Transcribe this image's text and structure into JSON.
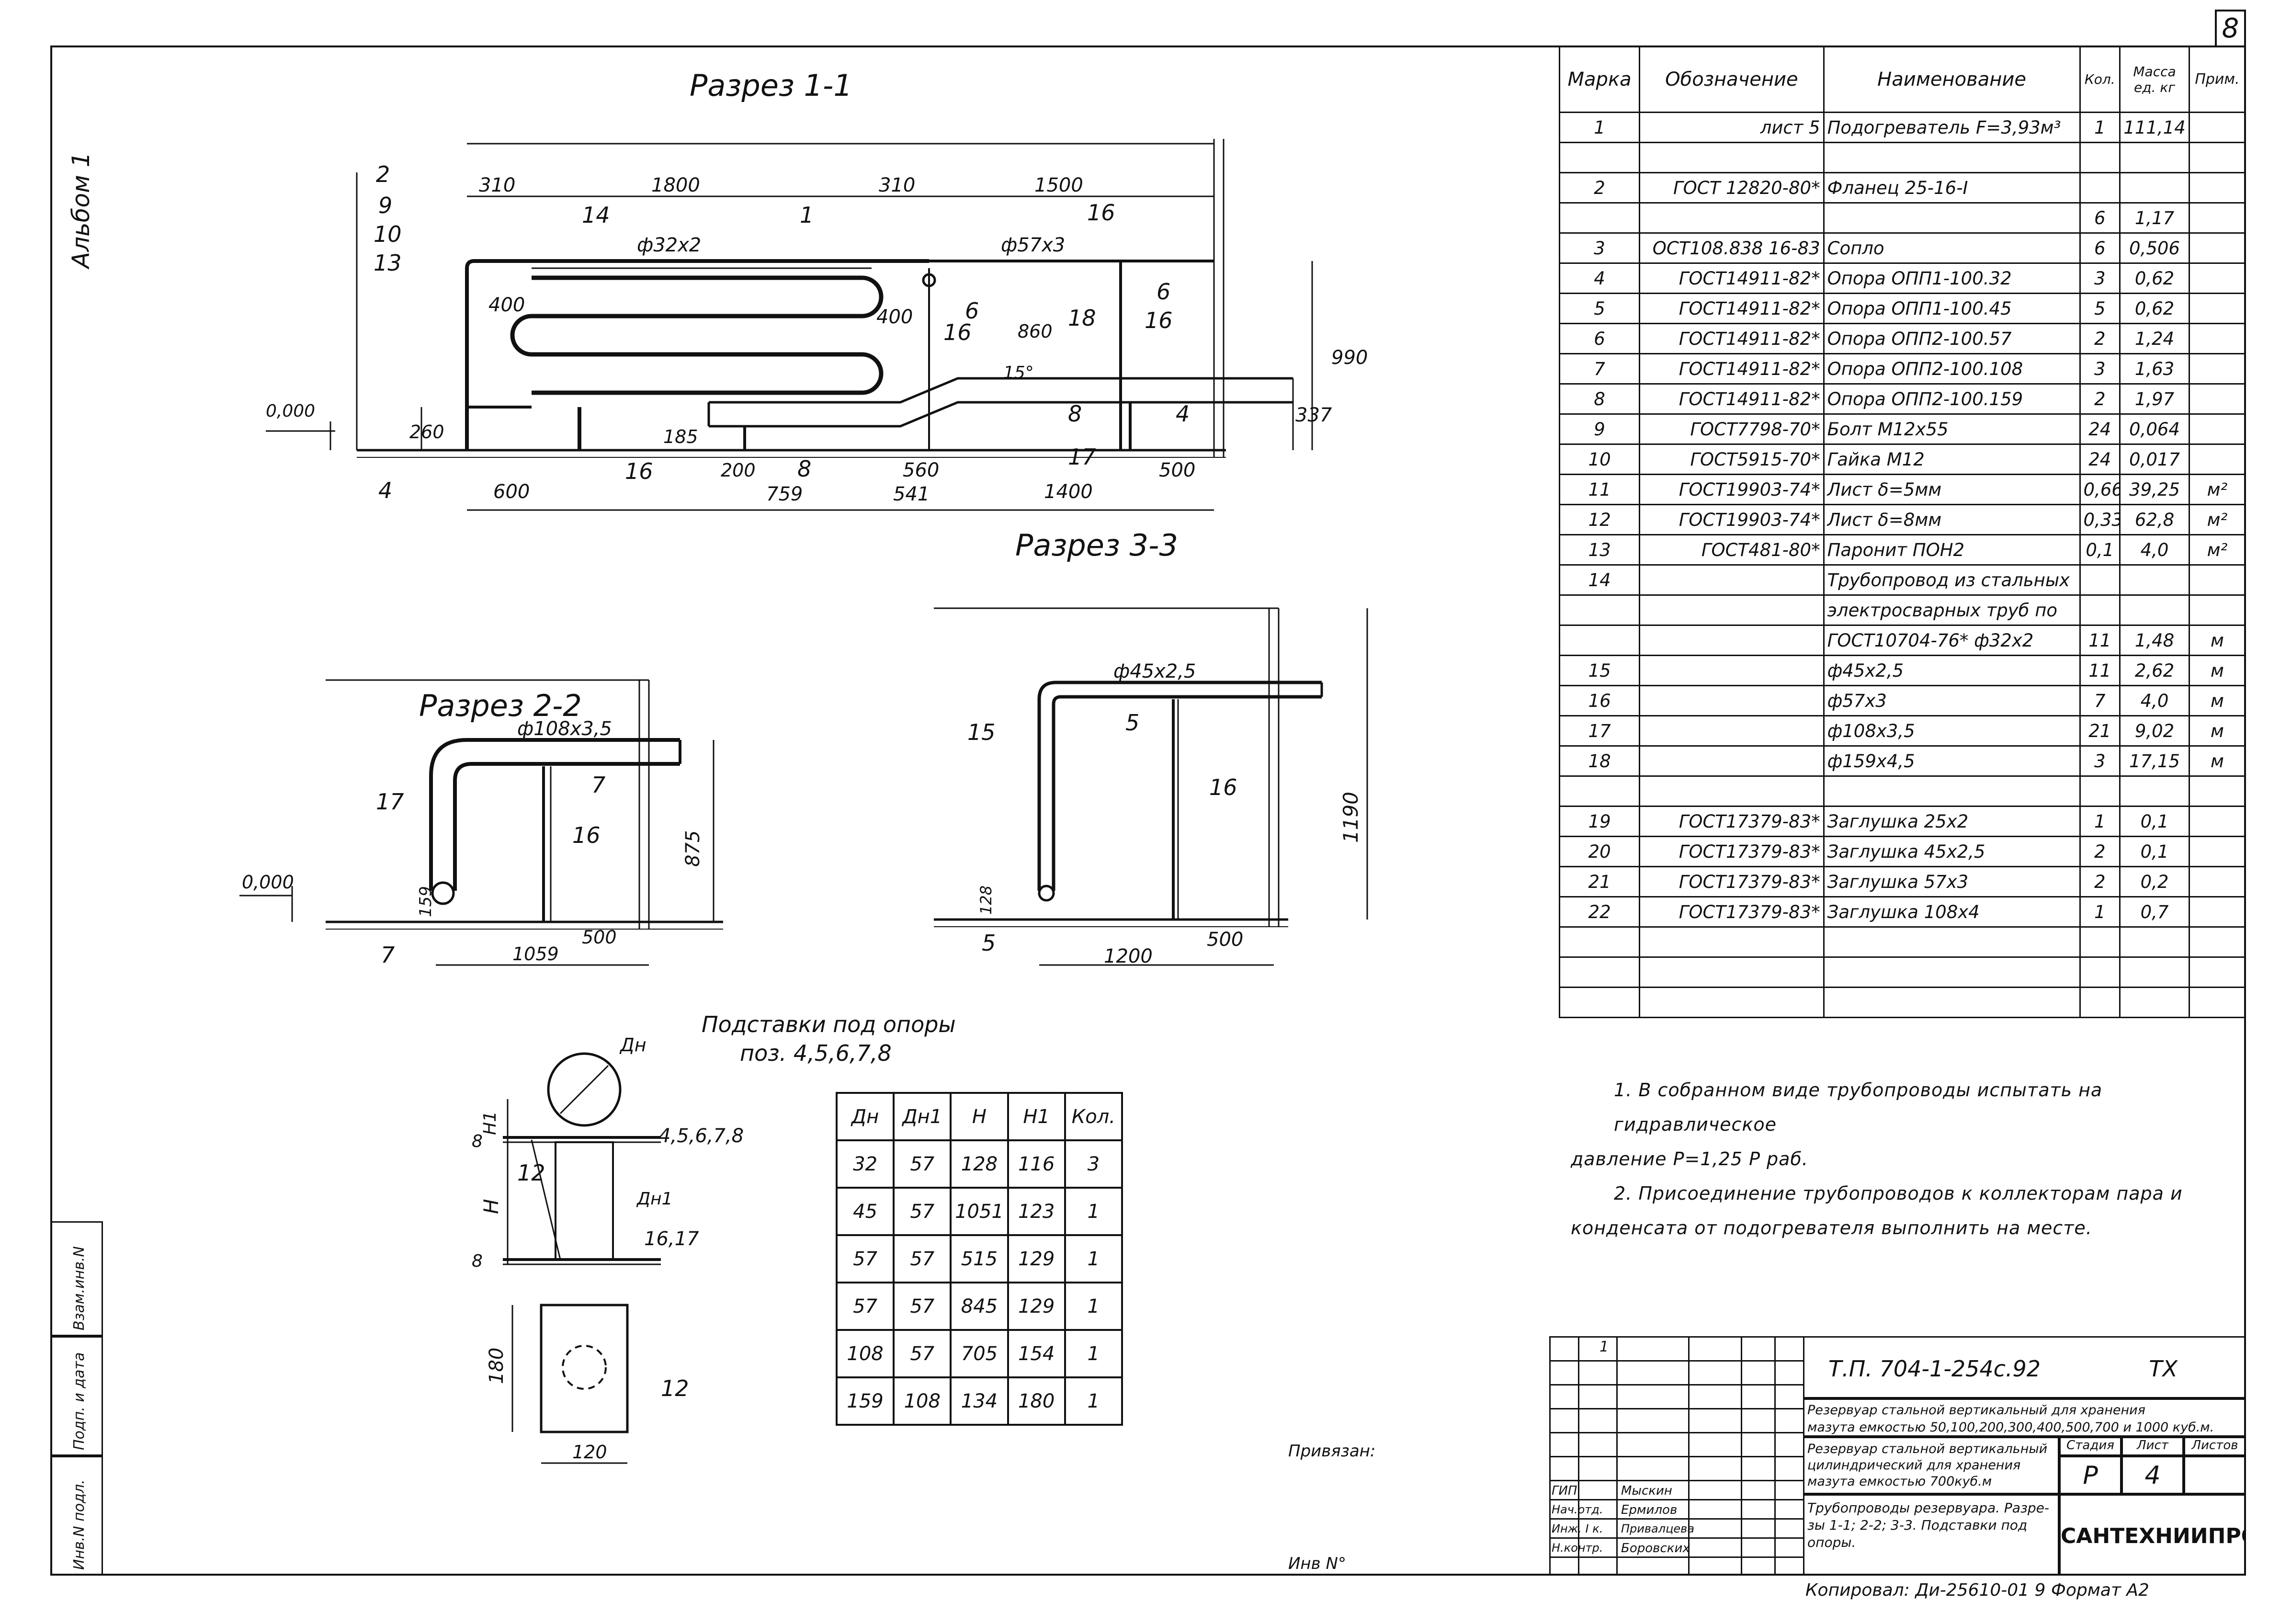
{
  "sheet": {
    "number": "8",
    "album": "Альбом 1"
  },
  "views": {
    "section_1": "Разрез 1-1",
    "section_2": "Разрез 2-2",
    "section_3": "Разрез 3-3",
    "supports_title_1": "Подставки под опоры",
    "supports_title_2": "поз. 4,5,6,7,8"
  },
  "section1_labels": {
    "level": "0,000",
    "pos_2": "2",
    "pos_9": "9",
    "pos_10": "10",
    "pos_13": "13",
    "pos_14": "14",
    "pos_1": "1",
    "pos_16a": "16",
    "pos_6": "6",
    "pos_16b": "16",
    "pos_18": "18",
    "pos_16c": "16",
    "pos_6b": "6",
    "pos_8": "8",
    "pos_17": "17",
    "pos_8b": "8",
    "pos_4": "4",
    "pos_4b": "4",
    "pos_16d": "16",
    "d32": "ф32х2",
    "d57": "ф57х3",
    "dim_310a": "310",
    "dim_1800": "1800",
    "dim_310b": "310",
    "dim_1500": "1500",
    "dim_400a": "400",
    "dim_400b": "400",
    "dim_860": "860",
    "dim_15deg": "15°",
    "dim_990": "990",
    "dim_337": "337",
    "dim_260": "260",
    "dim_185": "185",
    "dim_600": "600",
    "dim_200": "200",
    "dim_759": "759",
    "dim_560": "560",
    "dim_541": "541",
    "dim_1400": "1400",
    "dim_500": "500"
  },
  "section2_labels": {
    "level": "0,000",
    "d108": "ф108х3,5",
    "pos_7": "7",
    "pos_17": "17",
    "pos_16": "16",
    "pos_7b": "7",
    "dim_875": "875",
    "dim_159": "159",
    "dim_1059": "1059",
    "dim_500": "500"
  },
  "section3_labels": {
    "d45": "ф45х2,5",
    "pos_15": "15",
    "pos_5": "5",
    "pos_16": "16",
    "pos_5b": "5",
    "dim_1190": "1190",
    "dim_128": "128",
    "dim_1200": "1200",
    "dim_500": "500"
  },
  "support_detail_labels": {
    "dn": "Дн",
    "h1": "Н1",
    "h": "Н",
    "dn1": "Дн1",
    "pos_4578": "4,5,6,7,8",
    "pos_12": "12",
    "pos_1617": "16,17",
    "pos_12b": "12",
    "dim_8a": "8",
    "dim_8b": "8",
    "dim_180": "180",
    "dim_120": "120"
  },
  "spec": {
    "headers": [
      "Марка",
      "Обозначение",
      "Наименование",
      "Кол.",
      "Масса ед. кг",
      "Прим."
    ],
    "rows": [
      [
        "1",
        "лист 5",
        "Подогреватель F=3,93м³",
        "1",
        "111,14",
        ""
      ],
      [
        "",
        "",
        "",
        "",
        "",
        ""
      ],
      [
        "2",
        "ГОСТ 12820-80*",
        "Фланец 25-16-I",
        "",
        "",
        ""
      ],
      [
        "",
        "",
        "",
        "6",
        "1,17",
        ""
      ],
      [
        "3",
        "ОСТ108.838 16-83",
        "Сопло",
        "6",
        "0,506",
        ""
      ],
      [
        "4",
        "ГОСТ14911-82*",
        "Опора ОПП1-100.32",
        "3",
        "0,62",
        ""
      ],
      [
        "5",
        "ГОСТ14911-82*",
        "Опора ОПП1-100.45",
        "5",
        "0,62",
        ""
      ],
      [
        "6",
        "ГОСТ14911-82*",
        "Опора ОПП2-100.57",
        "2",
        "1,24",
        ""
      ],
      [
        "7",
        "ГОСТ14911-82*",
        "Опора ОПП2-100.108",
        "3",
        "1,63",
        ""
      ],
      [
        "8",
        "ГОСТ14911-82*",
        "Опора ОПП2-100.159",
        "2",
        "1,97",
        ""
      ],
      [
        "9",
        "ГОСТ7798-70*",
        "Болт М12х55",
        "24",
        "0,064",
        ""
      ],
      [
        "10",
        "ГОСТ5915-70*",
        "Гайка М12",
        "24",
        "0,017",
        ""
      ],
      [
        "11",
        "ГОСТ19903-74*",
        "Лист δ=5мм",
        "0,66",
        "39,25",
        "м²"
      ],
      [
        "12",
        "ГОСТ19903-74*",
        "Лист δ=8мм",
        "0,33",
        "62,8",
        "м²"
      ],
      [
        "13",
        "ГОСТ481-80*",
        "Паронит ПОН2",
        "0,1",
        "4,0",
        "м²"
      ],
      [
        "14",
        "",
        "Трубопровод из стальных",
        "",
        "",
        ""
      ],
      [
        "",
        "",
        "электросварных труб по",
        "",
        "",
        ""
      ],
      [
        "",
        "",
        "ГОСТ10704-76* ф32х2",
        "11",
        "1,48",
        "м"
      ],
      [
        "15",
        "",
        "ф45х2,5",
        "11",
        "2,62",
        "м"
      ],
      [
        "16",
        "",
        "ф57х3",
        "7",
        "4,0",
        "м"
      ],
      [
        "17",
        "",
        "ф108х3,5",
        "21",
        "9,02",
        "м"
      ],
      [
        "18",
        "",
        "ф159х4,5",
        "3",
        "17,15",
        "м"
      ],
      [
        "",
        "",
        "",
        "",
        "",
        ""
      ],
      [
        "19",
        "ГОСТ17379-83*",
        "Заглушка 25х2",
        "1",
        "0,1",
        ""
      ],
      [
        "20",
        "ГОСТ17379-83*",
        "Заглушка 45х2,5",
        "2",
        "0,1",
        ""
      ],
      [
        "21",
        "ГОСТ17379-83*",
        "Заглушка 57х3",
        "2",
        "0,2",
        ""
      ],
      [
        "22",
        "ГОСТ17379-83*",
        "Заглушка 108х4",
        "1",
        "0,7",
        ""
      ],
      [
        "",
        "",
        "",
        "",
        "",
        ""
      ],
      [
        "",
        "",
        "",
        "",
        "",
        ""
      ],
      [
        "",
        "",
        "",
        "",
        "",
        ""
      ]
    ]
  },
  "supports": {
    "headers": [
      "Дн",
      "Дн1",
      "Н",
      "Н1",
      "Кол."
    ],
    "rows": [
      [
        "32",
        "57",
        "128",
        "116",
        "3"
      ],
      [
        "45",
        "57",
        "1051",
        "123",
        "1"
      ],
      [
        "57",
        "57",
        "515",
        "129",
        "1"
      ],
      [
        "57",
        "57",
        "845",
        "129",
        "1"
      ],
      [
        "108",
        "57",
        "705",
        "154",
        "1"
      ],
      [
        "159",
        "108",
        "134",
        "180",
        "1"
      ]
    ]
  },
  "notes": {
    "n1a": "1. В собранном виде трубопроводы испытать на гидравлическое",
    "n1b": "давление Р=1,25 Р раб.",
    "n2a": "2. Присоединение трубопроводов к коллекторам пара и",
    "n2b": "конденсата от подогревателя выполнить на месте."
  },
  "title_block": {
    "code": "Т.П. 704-1-254с.92",
    "discipline": "ТХ",
    "project_1": "Резервуар стальной вертикальный для хранения",
    "project_2": "мазута емкостью 50,100,200,300,400,500,700 и 1000 куб.м.",
    "object_1": "Резервуар стальной вертикальный",
    "object_2": "цилиндрический для хранения",
    "object_3": "мазута емкостью 700куб.м",
    "stage_label": "Стадия",
    "sheet_label": "Лист",
    "sheets_label": "Листов",
    "stage": "Р",
    "sheet": "4",
    "sheets": "",
    "drawing_1": "Трубопроводы резервуара. Разре-",
    "drawing_2": "зы 1-1; 2-2; 3-3. Подставки под",
    "drawing_3": "опоры.",
    "org": "САНТЕХНИИПРОЕКТ",
    "roles": [
      "ГИП",
      "Нач.отд.",
      "Инж. I к.",
      "Н.контр."
    ],
    "names": [
      "Мыскин",
      "Ермилов",
      "Привалцева",
      "Боровских"
    ],
    "first_row": "1",
    "privyazan": "Привязан:",
    "inv_no": "Инв N°",
    "copied": "Копировал: Ди-25610-01   9    Формат А2"
  },
  "stamp": {
    "col1": "Инв.N подл.",
    "col2": "Подп. и дата",
    "col3": "Взам.инв.N"
  }
}
